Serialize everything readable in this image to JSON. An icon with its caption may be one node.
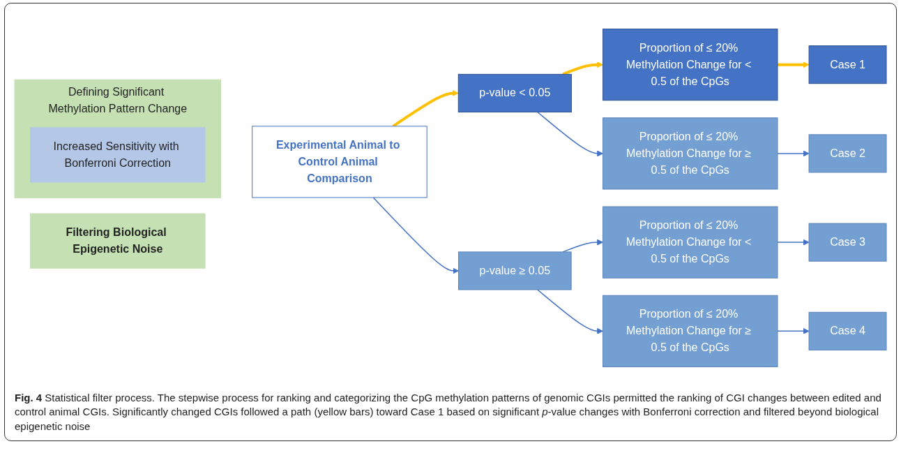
{
  "diagram": {
    "caption": "**Fig. 4** Statistical filter process. The stepwise process for ranking and categorizing the CpG methylation patterns of genomic CGIs permitted the ranking of CGI changes between edited and control animal CGIs. Significantly changed CGIs followed a path (yellow bars) toward Case 1 based on significant *p*-value changes with Bonferroni correction and filtered beyond biological epigenetic noise",
    "nodes": [
      {
        "text": [
          "Experimental Animal to Control Animal Comparison"
        ]
      },
      {
        "text": [
          "Defining Significant Methylation Pattern Change"
        ]
      },
      {
        "text": [
          "Increased Sensitivity with Bonferroni Correction"
        ],
        "in": 1
      },
      {
        "text": [
          "p-value < 0.05"
        ]
      },
      {
        "text": [
          "p-value ≥ 0.05"
        ]
      },
      {
        "text": [
          "Filtering Biological Epigenetic Noise"
        ]
      },
      {
        "text": [
          "Proportion of ≤ 20% Methylation Change for < 0.5 of the CpGs"
        ]
      },
      {
        "text": [
          "Proportion of ≤ 20% Methylation Change for ≥ 0.5 of the CpGs"
        ]
      },
      {
        "text": [
          "Proportion of ≤ 20% Methylation Change for < 0.5 of the CpGs"
        ]
      },
      {
        "text": [
          "Proportion of ≤ 20% Methylation Change for ≥ 0.5 of the CpGs"
        ]
      },
      {
        "text": [
          "Case 1"
        ]
      },
      {
        "text": [
          "Case 2"
        ]
      },
      {
        "text": [
          "Case 3"
        ]
      },
      {
        "text": [
          "Case 4"
        ]
      }
    ],
    "edges": [
      {
        "from": 0,
        "to": 3,
        "arrow": "to",
        "style": "thick",
        "color": "#ffc000"
      },
      {
        "from": 0,
        "to": 4,
        "arrow": "to"
      },
      {
        "from": 3,
        "to": 6,
        "arrow": "to",
        "style": "thick",
        "color": "#ffc000"
      },
      {
        "from": 3,
        "to": 7,
        "arrow": "to"
      },
      {
        "from": 4,
        "to": 8,
        "arrow": "to"
      },
      {
        "from": 4,
        "to": 9,
        "arrow": "to"
      },
      {
        "from": 6,
        "to": 10,
        "arrow": "to",
        "style": "thick",
        "color": "#ffc000"
      },
      {
        "from": 7,
        "to": 11,
        "arrow": "to"
      },
      {
        "from": 8,
        "to": 12,
        "arrow": "to"
      },
      {
        "from": 9,
        "to": 13,
        "arrow": "to"
      }
    ]
  }
}
